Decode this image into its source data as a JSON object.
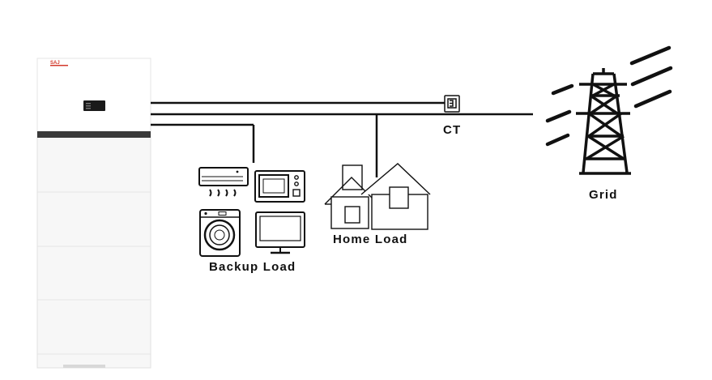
{
  "inverter": {
    "brand_text": "SAJ"
  },
  "labels": {
    "ct": "CT",
    "grid": "Grid",
    "home_load": "Home Load",
    "backup_load": "Backup Load"
  },
  "icons": {
    "battery_inverter": "hybrid-inverter-battery-stack-icon",
    "air_conditioner": "air-conditioner-icon",
    "microwave": "microwave-icon",
    "washing_machine": "washing-machine-icon",
    "tv": "tv-icon",
    "house": "house-icon",
    "ct_sensor": "ct-sensor-icon",
    "pylon": "transmission-tower-icon"
  },
  "colors": {
    "line": "#111111",
    "inverter_band": "#3a3a3a",
    "brand": "#d33a2c"
  }
}
